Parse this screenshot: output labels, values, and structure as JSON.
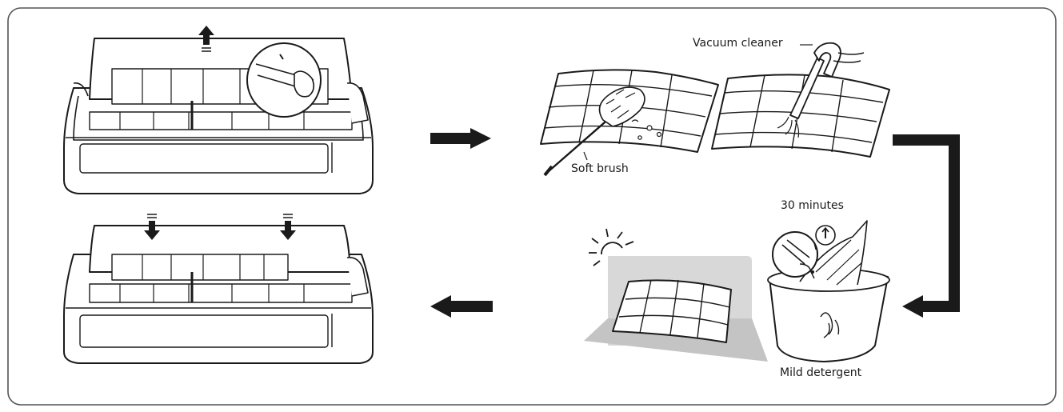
{
  "labels": {
    "vacuum": "Vacuum cleaner",
    "brush": "Soft brush",
    "time": "30 minutes",
    "detergent": "Mild detergent"
  },
  "colors": {
    "stroke": "#1a1a1a",
    "fill": "#ffffff",
    "shade": "#d8d8d8",
    "shade_dark": "#c4c4c4",
    "frame": "#555555"
  },
  "icons": {
    "step1": "unit-open-remove-filter",
    "step2": "brush-and-vacuum-filter",
    "step3": "soak-in-detergent",
    "step4": "dry-in-shade",
    "step5": "unit-insert-filter"
  }
}
